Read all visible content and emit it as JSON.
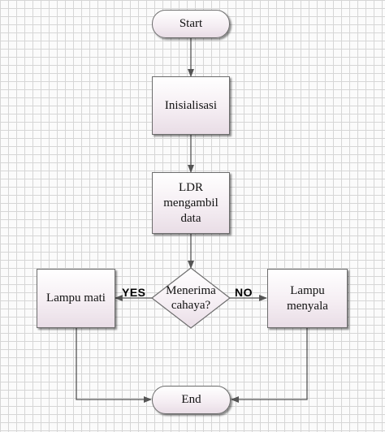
{
  "nodes": {
    "start": "Start",
    "init": "Inisialisasi",
    "ldr": "LDR\nmengambil\ndata",
    "decision": "Menerima\ncahaya?",
    "lamp_off": "Lampu mati",
    "lamp_on": "Lampu\nmenyala",
    "end": "End"
  },
  "labels": {
    "yes": "YES",
    "no": "NO"
  },
  "colors": {
    "grid": "#d6d6d6",
    "node_fill_top": "#ffffff",
    "node_fill_bottom": "#e9dde6",
    "stroke": "#6d6d6d",
    "arrow": "#555555"
  }
}
